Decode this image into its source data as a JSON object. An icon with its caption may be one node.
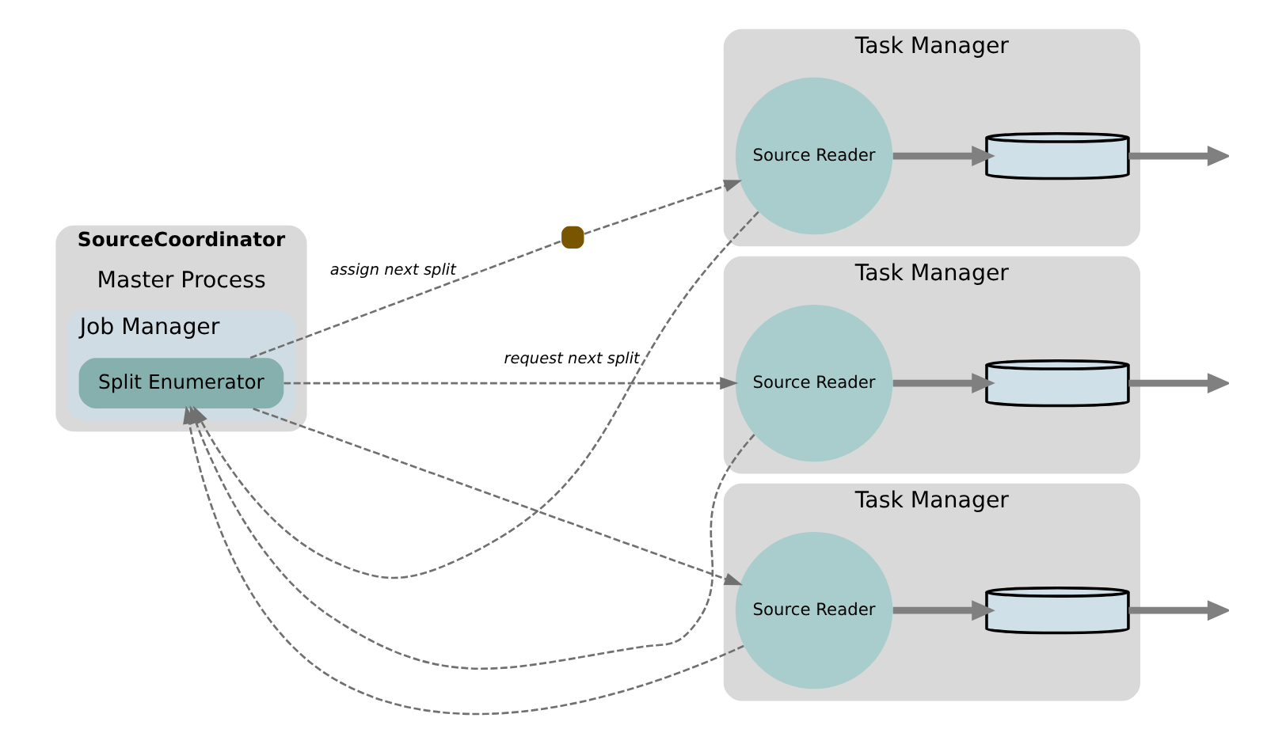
{
  "diagram": {
    "nodes": [
      {
        "text": [
          "SourceCoordinator",
          "Master Process"
        ]
      },
      {
        "text": [
          "Job Manager"
        ],
        "in": 0
      },
      {
        "text": [
          "Split Enumerator"
        ],
        "in": 1
      },
      {
        "text": [],
        "shape": "box"
      },
      {
        "text": [
          "Task Manager"
        ]
      },
      {
        "text": [
          "Source Reader"
        ],
        "in": 4
      },
      {
        "text": [],
        "shape": "cylinder",
        "in": 4
      },
      {
        "text": [
          "Task Manager"
        ]
      },
      {
        "text": [
          "Source Reader"
        ],
        "in": 7
      },
      {
        "text": [],
        "shape": "cylinder",
        "in": 7
      },
      {
        "text": [
          "Task Manager"
        ]
      },
      {
        "text": [
          "Source Reader"
        ],
        "in": 10
      },
      {
        "text": [],
        "shape": "cylinder",
        "in": 10
      }
    ],
    "edges": [
      {
        "from": 5,
        "to": 2,
        "arrow": "to",
        "label": "request next split",
        "style": "dashed"
      },
      {
        "from": 2,
        "to": 3,
        "arrow": "none",
        "label": "assign next split",
        "style": "dashed"
      },
      {
        "from": 3,
        "to": 5,
        "arrow": "to",
        "style": "dashed"
      },
      {
        "from": 2,
        "to": 8,
        "arrow": "to",
        "style": "dashed"
      },
      {
        "from": 8,
        "to": 2,
        "arrow": "to",
        "style": "dashed"
      },
      {
        "from": 2,
        "to": 11,
        "arrow": "to",
        "style": "dashed"
      },
      {
        "from": 11,
        "to": 2,
        "arrow": "to",
        "style": "dashed"
      },
      {
        "from": 5,
        "to": 6,
        "arrow": "to",
        "style": "thick"
      },
      {
        "from": 6,
        "to": null,
        "arrow": "to",
        "style": "thick"
      },
      {
        "from": 8,
        "to": 9,
        "arrow": "to",
        "style": "thick"
      },
      {
        "from": 9,
        "to": null,
        "arrow": "to",
        "style": "thick"
      },
      {
        "from": 11,
        "to": 12,
        "arrow": "to",
        "style": "thick"
      },
      {
        "from": 12,
        "to": null,
        "arrow": "to",
        "style": "thick"
      }
    ]
  }
}
